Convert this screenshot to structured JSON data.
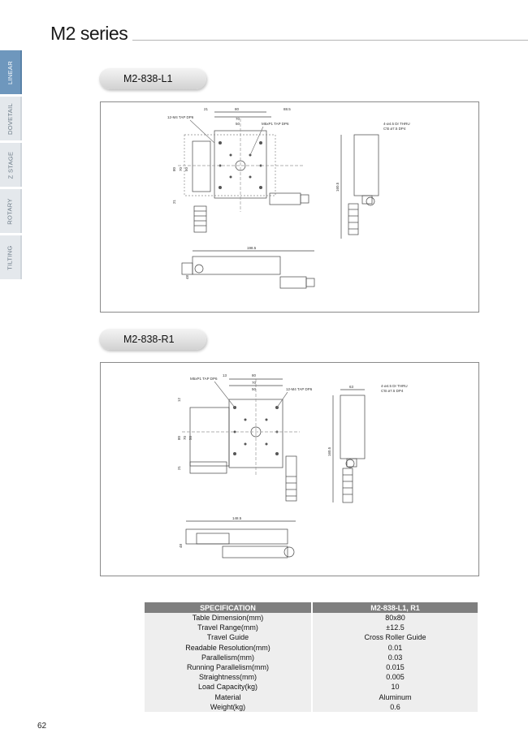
{
  "header": {
    "title": "M2 series"
  },
  "side_tabs": [
    "LINEAR",
    "DOVETAIL",
    "Z STAGE",
    "ROTARY",
    "TILTING"
  ],
  "sections": [
    {
      "model": "M2-838-L1",
      "top_dims": [
        "21",
        "80",
        "88.5",
        "70",
        "50"
      ],
      "tap_left": "12-M4 TAP DP6",
      "tap_right": "M5xP1 TAP DP6",
      "side_holes": "4-ø4.5 Dr THRU",
      "side_cb": "C'B ø7.5 DP4",
      "side_height": "160.5",
      "front_width": "198.5",
      "front_height": "48",
      "v_dims": [
        "21",
        "80",
        "70",
        "50"
      ]
    },
    {
      "model": "M2-838-R1",
      "top_dims": [
        "13",
        "80",
        "70",
        "50"
      ],
      "tap_left": "M5xP1 TAP DP6",
      "tap_right": "12-M4 TAP DP6",
      "side_holes": "4-ø4.5 Dr THRU",
      "side_cb": "C'B ø7.5 DP4",
      "side_height": "160.5",
      "side_width": "63",
      "front_width": "148.5",
      "front_height": "48",
      "v_dims": [
        "12",
        "80",
        "70",
        "50",
        "21"
      ]
    }
  ],
  "spec": {
    "headers": [
      "SPECIFICATION",
      "M2-838-L1, R1"
    ],
    "rows": [
      [
        "Table Dimension(mm)",
        "80x80"
      ],
      [
        "Travel Range(mm)",
        "±12.5"
      ],
      [
        "Travel Guide",
        "Cross Roller Guide"
      ],
      [
        "Readable Resolution(mm)",
        "0.01"
      ],
      [
        "Parallelism(mm)",
        "0.03"
      ],
      [
        "Running Parallelism(mm)",
        "0.015"
      ],
      [
        "Straightness(mm)",
        "0.005"
      ],
      [
        "Load Capacity(kg)",
        "10"
      ],
      [
        "Material",
        "Aluminum"
      ],
      [
        "Weight(kg)",
        "0.6"
      ]
    ]
  },
  "footer": {
    "page_number": "62"
  },
  "colors": {
    "accent_tab": "#6e97bd",
    "table_header": "#7f7f7f",
    "table_row": "#eeeeee"
  }
}
